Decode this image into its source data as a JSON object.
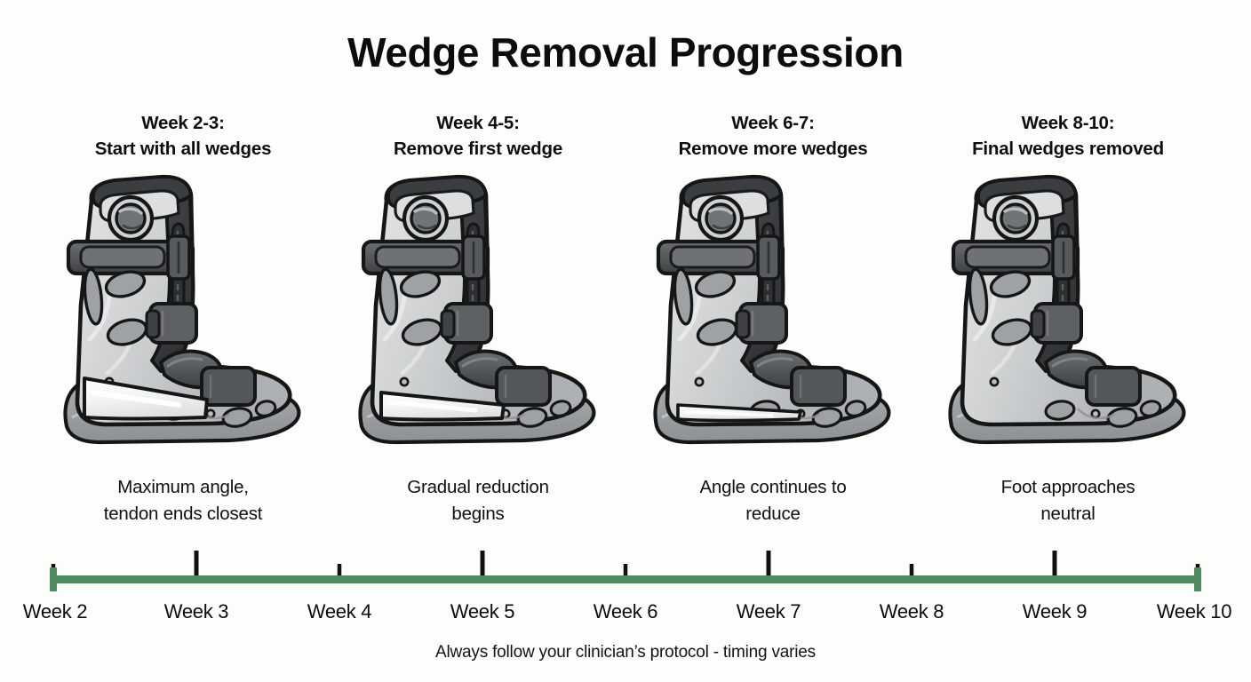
{
  "title": "Wedge Removal Progression",
  "footnote": "Always follow your clinician’s protocol - timing varies",
  "stages": [
    {
      "heading_line1": "Week 2-3:",
      "heading_line2": "Start with all wedges",
      "caption_line1": "Maximum angle,",
      "caption_line2": "tendon ends closest",
      "icon": "cam-walker-boot",
      "wedge_level": "full"
    },
    {
      "heading_line1": "Week 4-5:",
      "heading_line2": "Remove first wedge",
      "caption_line1": "Gradual reduction",
      "caption_line2": "begins",
      "icon": "cam-walker-boot",
      "wedge_level": "reduced"
    },
    {
      "heading_line1": "Week 6-7:",
      "heading_line2": "Remove more wedges",
      "caption_line1": "Angle continues to",
      "caption_line2": "reduce",
      "icon": "cam-walker-boot",
      "wedge_level": "minimal"
    },
    {
      "heading_line1": "Week 8-10:",
      "heading_line2": "Final wedges removed",
      "caption_line1": "Foot approaches",
      "caption_line2": "neutral",
      "icon": "cam-walker-boot",
      "wedge_level": "none"
    }
  ],
  "timeline": {
    "axis_color": "#4f8b60",
    "tick_color": "#111111",
    "start_label": "Week 2",
    "end_label": "Week 10",
    "ticks": [
      {
        "label": "Week 2",
        "week": 2,
        "major": false,
        "endcap": true
      },
      {
        "label": "Week 3",
        "week": 3,
        "major": true,
        "endcap": false
      },
      {
        "label": "Week 4",
        "week": 4,
        "major": false,
        "endcap": false
      },
      {
        "label": "Week 5",
        "week": 5,
        "major": true,
        "endcap": false
      },
      {
        "label": "Week 6",
        "week": 6,
        "major": false,
        "endcap": false
      },
      {
        "label": "Week 7",
        "week": 7,
        "major": true,
        "endcap": false
      },
      {
        "label": "Week 8",
        "week": 8,
        "major": false,
        "endcap": false
      },
      {
        "label": "Week 9",
        "week": 9,
        "major": true,
        "endcap": false
      },
      {
        "label": "Week 10",
        "week": 10,
        "major": false,
        "endcap": true
      }
    ]
  },
  "colors": {
    "background": "#fdfdfb",
    "text": "#0c0c0c",
    "timeline_green": "#4f8b60",
    "boot_shell_light": "#d8dadb",
    "boot_shell_mid": "#b9bcbe",
    "boot_strap_dark": "#4a4d50",
    "boot_outline": "#1a1a1a",
    "wedge_white": "#f4f5f5"
  }
}
